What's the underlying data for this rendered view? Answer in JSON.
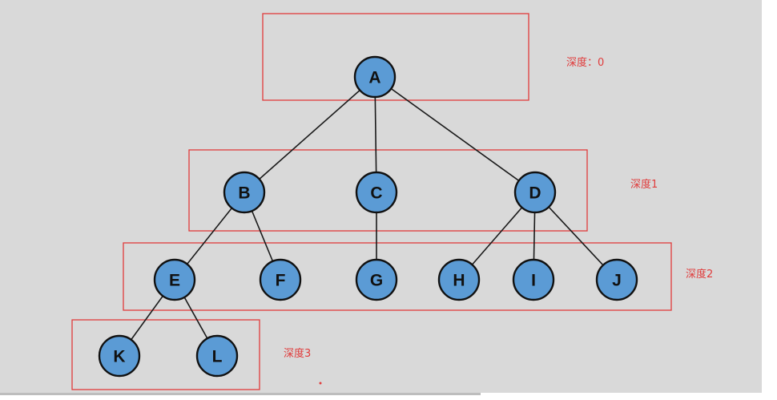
{
  "colors": {
    "background": "#d9d9d9",
    "node_fill": "#5b9bd5",
    "node_stroke": "#111111",
    "edge": "#1a1a1a",
    "annotation": "#e03b3b"
  },
  "tree": {
    "nodes": [
      {
        "id": "A",
        "label": "A",
        "depth": 0
      },
      {
        "id": "B",
        "label": "B",
        "depth": 1
      },
      {
        "id": "C",
        "label": "C",
        "depth": 1
      },
      {
        "id": "D",
        "label": "D",
        "depth": 1
      },
      {
        "id": "E",
        "label": "E",
        "depth": 2
      },
      {
        "id": "F",
        "label": "F",
        "depth": 2
      },
      {
        "id": "G",
        "label": "G",
        "depth": 2
      },
      {
        "id": "H",
        "label": "H",
        "depth": 2
      },
      {
        "id": "I",
        "label": "I",
        "depth": 2
      },
      {
        "id": "J",
        "label": "J",
        "depth": 2
      },
      {
        "id": "K",
        "label": "K",
        "depth": 3
      },
      {
        "id": "L",
        "label": "L",
        "depth": 3
      }
    ],
    "edges": [
      [
        "A",
        "B"
      ],
      [
        "A",
        "C"
      ],
      [
        "A",
        "D"
      ],
      [
        "B",
        "E"
      ],
      [
        "B",
        "F"
      ],
      [
        "C",
        "G"
      ],
      [
        "D",
        "H"
      ],
      [
        "D",
        "I"
      ],
      [
        "D",
        "J"
      ],
      [
        "E",
        "K"
      ],
      [
        "E",
        "L"
      ]
    ]
  },
  "depth_labels": [
    "深度：0",
    "深度1",
    "深度2",
    "深度3"
  ]
}
